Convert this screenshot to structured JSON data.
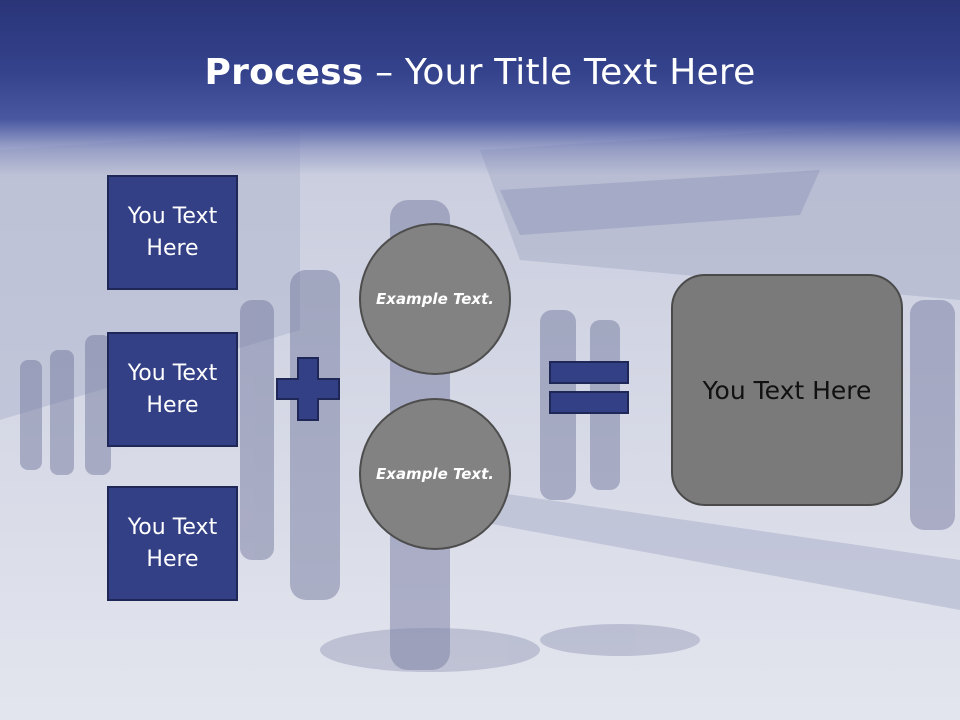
{
  "title": {
    "strong": "Process",
    "rest": " – Your Title Text Here"
  },
  "boxes": [
    "You Text Here",
    "You Text Here",
    "You Text Here"
  ],
  "circles": [
    "Example Text.",
    "Example Text."
  ],
  "result": "You Text Here",
  "colors": {
    "box": "#344086",
    "circle": "#828282",
    "result": "#7a7a7a",
    "operator": "#344086",
    "title_band": "#34428c"
  },
  "icons": {
    "plus": "plus-icon",
    "equals": "equals-icon"
  }
}
